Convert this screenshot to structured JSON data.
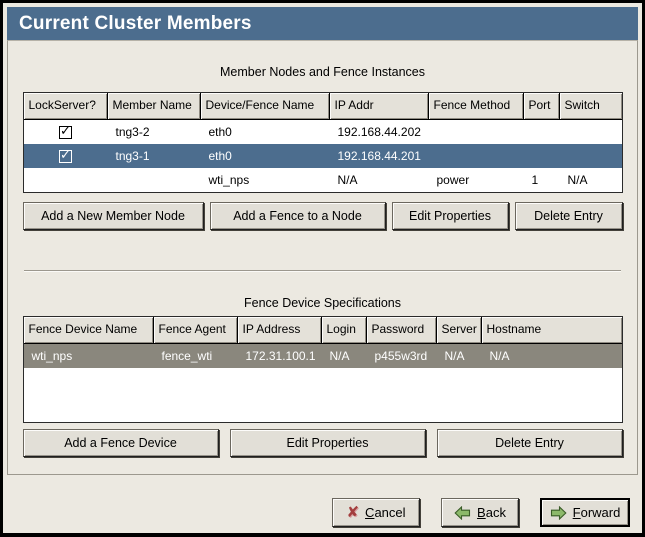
{
  "titlebar": {
    "title": "Current Cluster Members"
  },
  "icons": {
    "check": "✓",
    "cancel_x": "✘",
    "back_arrow": "left-arrow",
    "forward_arrow": "right-arrow"
  },
  "colors": {
    "titlebar": "#4c6d8e",
    "selection_active": "#4c6d8e",
    "selection_inactive": "#8a877d",
    "arrow_green": "#8cb96a",
    "cancel_red": "#a33e3e"
  },
  "members_section": {
    "heading": "Member Nodes and Fence Instances",
    "columns": [
      "LockServer?",
      "Member Name",
      "Device/Fence Name",
      "IP Addr",
      "Fence Method",
      "Port",
      "Switch"
    ],
    "rows": [
      {
        "lockserver_checked": true,
        "selected": false,
        "cells": [
          "",
          "tng3-2",
          "eth0",
          "192.168.44.202",
          "",
          "",
          ""
        ]
      },
      {
        "lockserver_checked": true,
        "selected": true,
        "cells": [
          "",
          "tng3-1",
          "eth0",
          "192.168.44.201",
          "",
          "",
          ""
        ]
      },
      {
        "lockserver_checked": false,
        "selected": false,
        "cells": [
          "",
          "",
          "wti_nps",
          "N/A",
          "power",
          "1",
          "N/A"
        ]
      }
    ],
    "buttons": {
      "add_member": "Add a New Member Node",
      "add_fence": "Add a Fence to a Node",
      "edit": "Edit Properties",
      "delete": "Delete Entry"
    }
  },
  "fence_section": {
    "heading": "Fence Device Specifications",
    "columns": [
      "Fence Device Name",
      "Fence Agent",
      "IP Address",
      "Login",
      "Password",
      "Server",
      "Hostname"
    ],
    "rows": [
      {
        "selected": true,
        "cells": [
          "wti_nps",
          "fence_wti",
          "172.31.100.1",
          "N/A",
          "p455w3rd",
          "N/A",
          "N/A"
        ]
      }
    ],
    "buttons": {
      "add_device": "Add a Fence Device",
      "edit": "Edit Properties",
      "delete": "Delete Entry"
    }
  },
  "nav": {
    "cancel": {
      "mnemonic": "C",
      "rest": "ancel"
    },
    "back": {
      "mnemonic": "B",
      "rest": "ack"
    },
    "forward": {
      "mnemonic": "F",
      "rest": "orward"
    }
  }
}
